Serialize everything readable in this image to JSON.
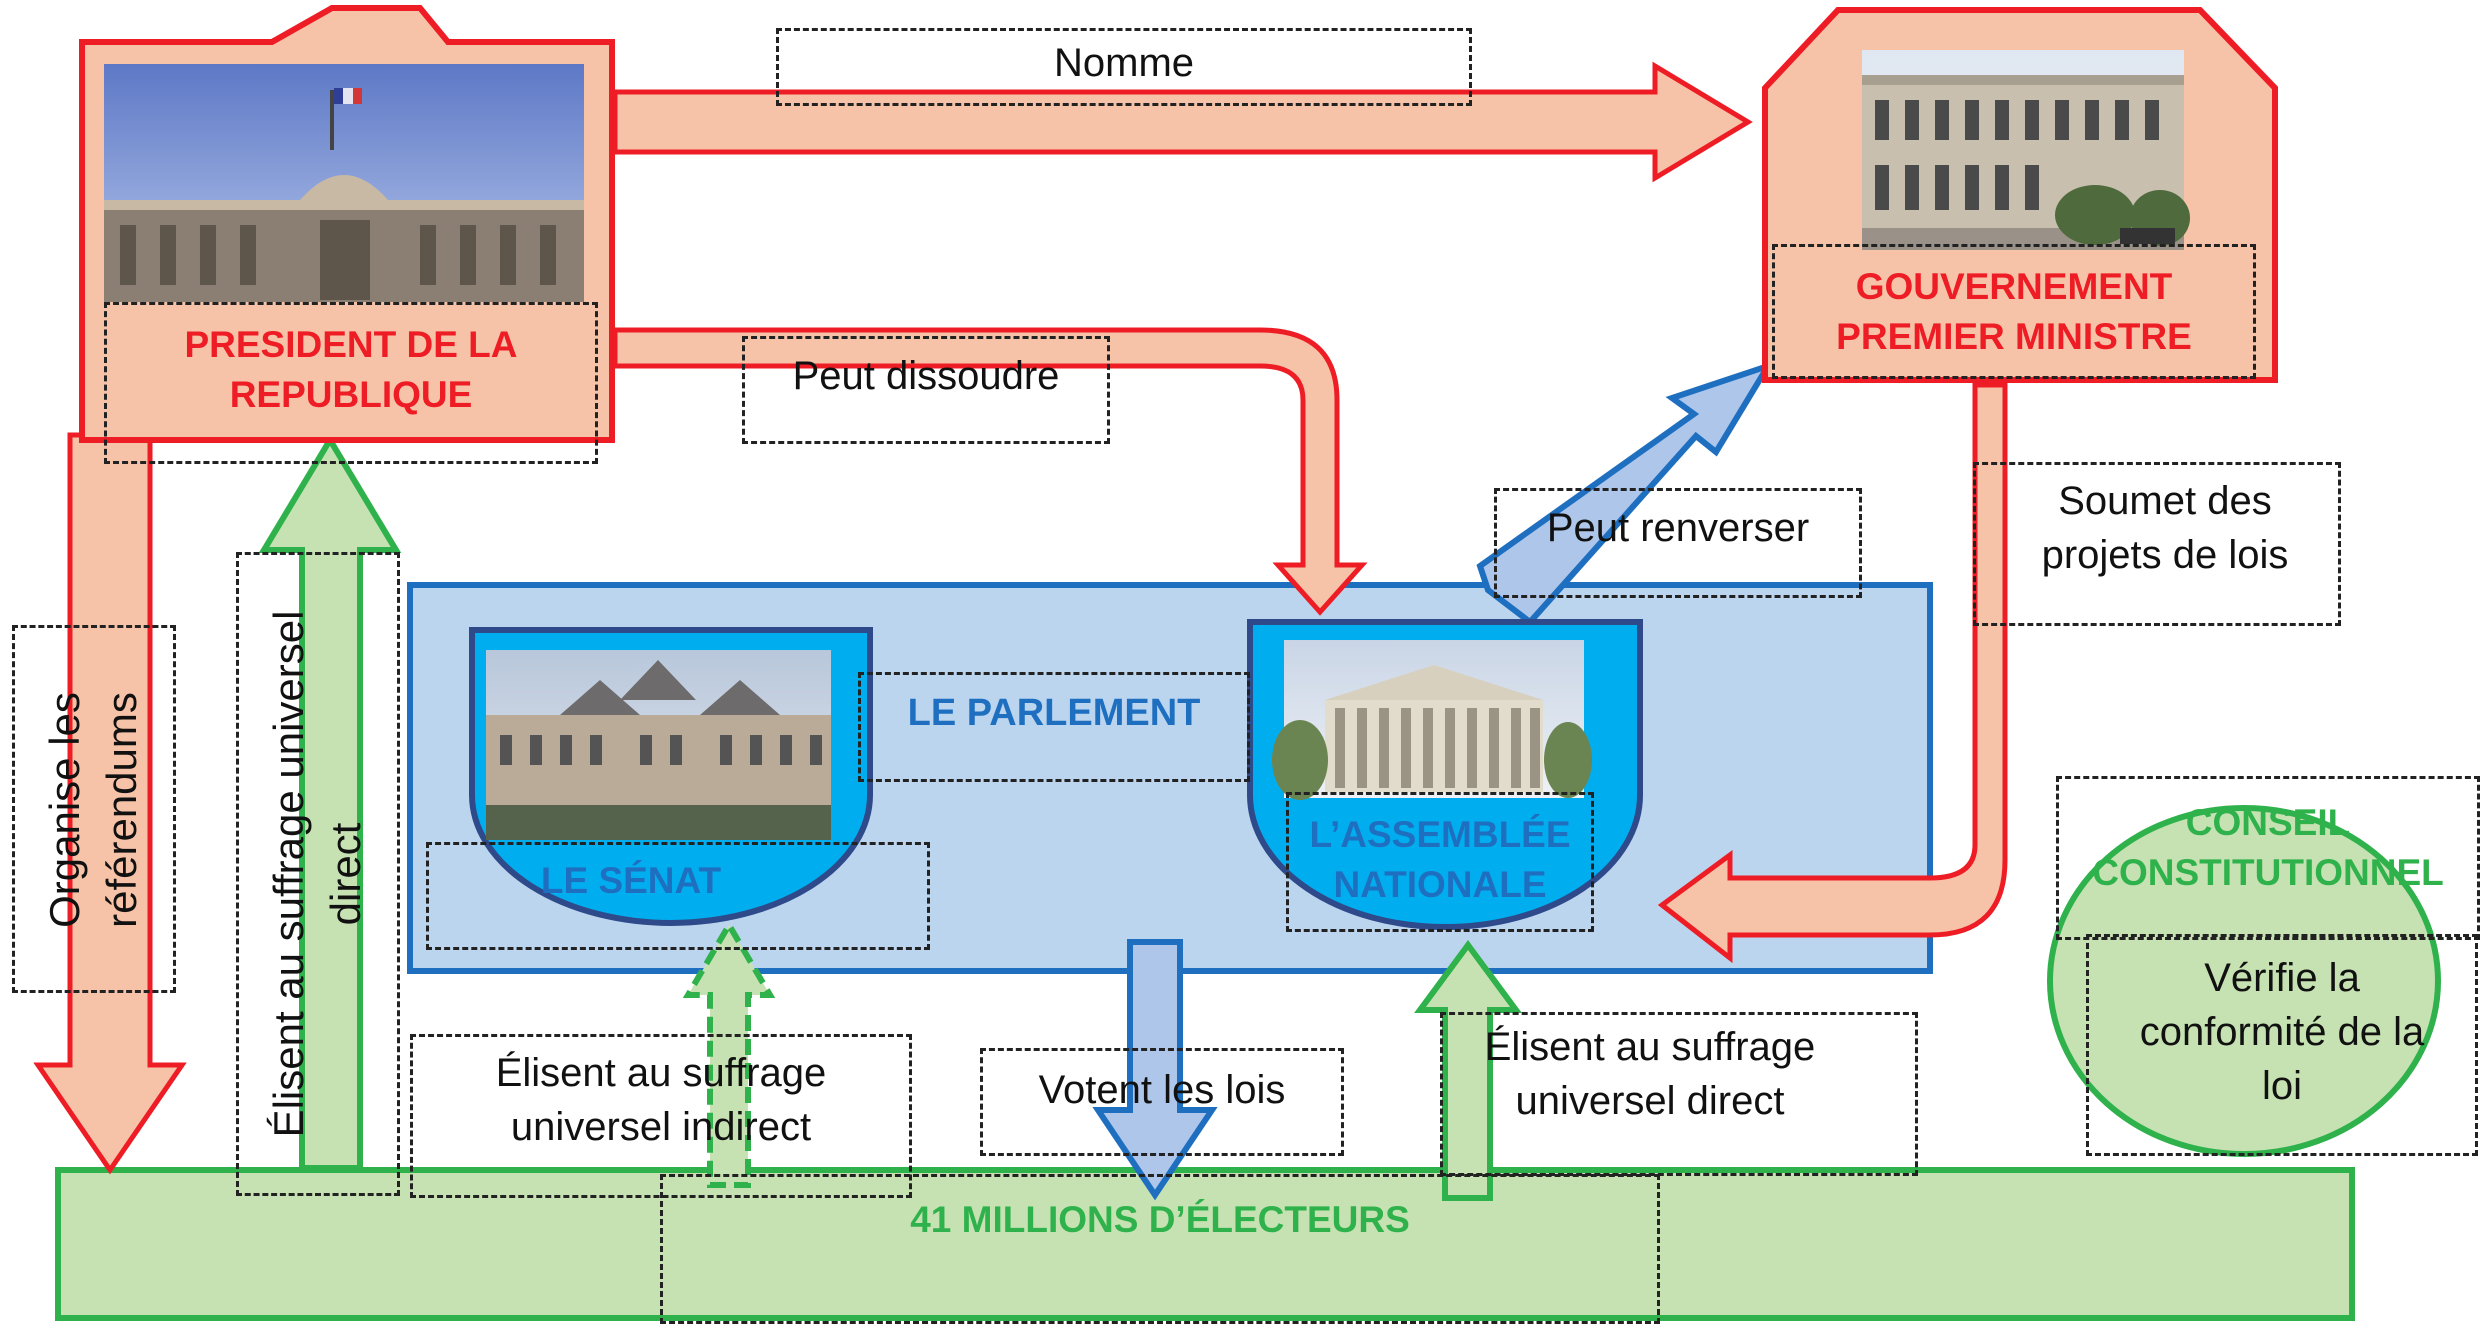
{
  "colors": {
    "red": "#ee1c24",
    "salmon": "#f7c3a8",
    "blue_border": "#1f6fc1",
    "blue_fill": "#bcd5ef",
    "blue_light": "#aec6ea",
    "cyan": "#00aeef",
    "navy": "#2e4a8a",
    "green": "#2fb24c",
    "green_fill": "#c6e2b3"
  },
  "nodes": {
    "president": "PRESIDENT DE LA\nREPUBLIQUE",
    "gouvernement": "GOUVERNEMENT\nPREMIER MINISTRE",
    "parlement": "LE PARLEMENT",
    "senat": "LE SÉNAT",
    "assemblee": "L’ASSEMBLÉE\nNATIONALE",
    "conseil": "CONSEIL\nCONSTITUTIONNEL",
    "electeurs": "41 MILLIONS D’ÉLECTEURS"
  },
  "labels": {
    "nomme": "Nomme",
    "peut_dissoudre": "Peut dissoudre",
    "peut_renverser": "Peut renverser",
    "soumet": "Soumet des\nprojets de lois",
    "organise": "Organise les\nréférendums",
    "elisent_president": "Élisent au suffrage universel\ndirect",
    "elisent_senat": "Élisent au suffrage\nuniversel indirect",
    "votent": "Votent les lois",
    "elisent_assemblee": "Élisent au suffrage\nuniversel direct",
    "verifie": "Vérifie la\nconformité de la\nloi"
  },
  "icons": {
    "elysee": "elysee-palace-photo",
    "matignon": "hotel-matignon-photo",
    "luxembourg": "palais-du-luxembourg-photo",
    "bourbon": "palais-bourbon-photo"
  }
}
